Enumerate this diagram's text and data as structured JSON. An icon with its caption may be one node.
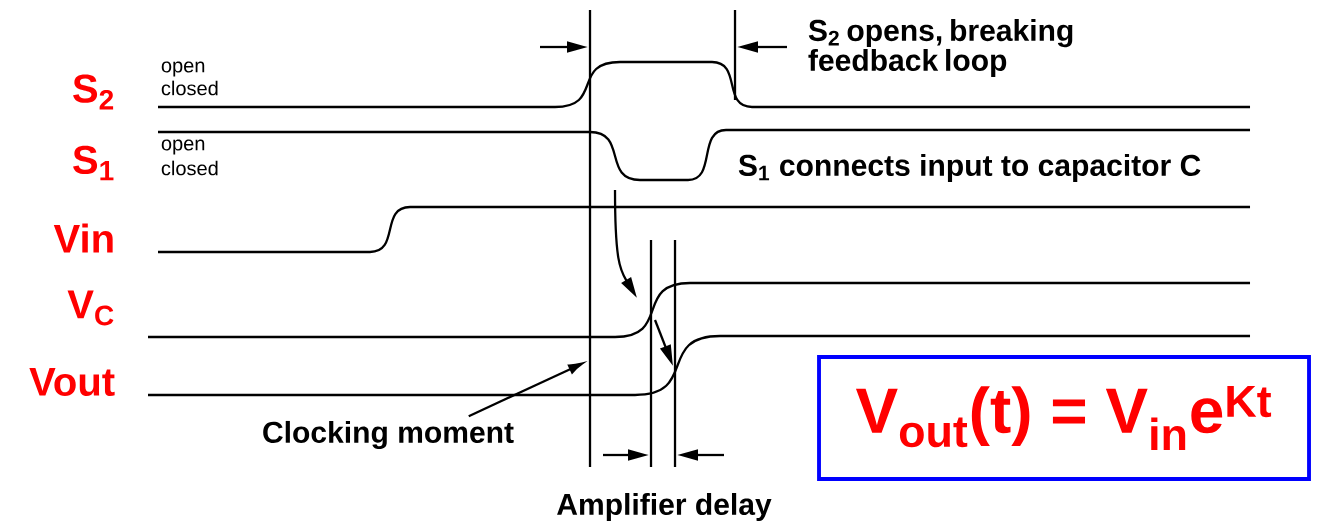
{
  "diagram": {
    "nodes": [
      {
        "text": [
          "V$_{out}$(t) = V$_{in}$e$^{Kt}$"
        ]
      },
      {
        "text": [
          "Clocking moment"
        ]
      },
      {
        "text": [],
        "shape": "bar"
      }
    ],
    "edges": [
      {
        "from": 1,
        "to": 2,
        "arrow": "to"
      }
    ],
    "labels": [
      "S$_{2}$ opens, breaking feedback loop",
      "S$_{2}$",
      "open",
      "closed",
      "S$_{1}$",
      "open",
      "closed",
      "S$_{1}$ connects input to capacitor C",
      "Vin",
      "V$_{C}$",
      "Vout",
      "Amplifier delay"
    ]
  }
}
